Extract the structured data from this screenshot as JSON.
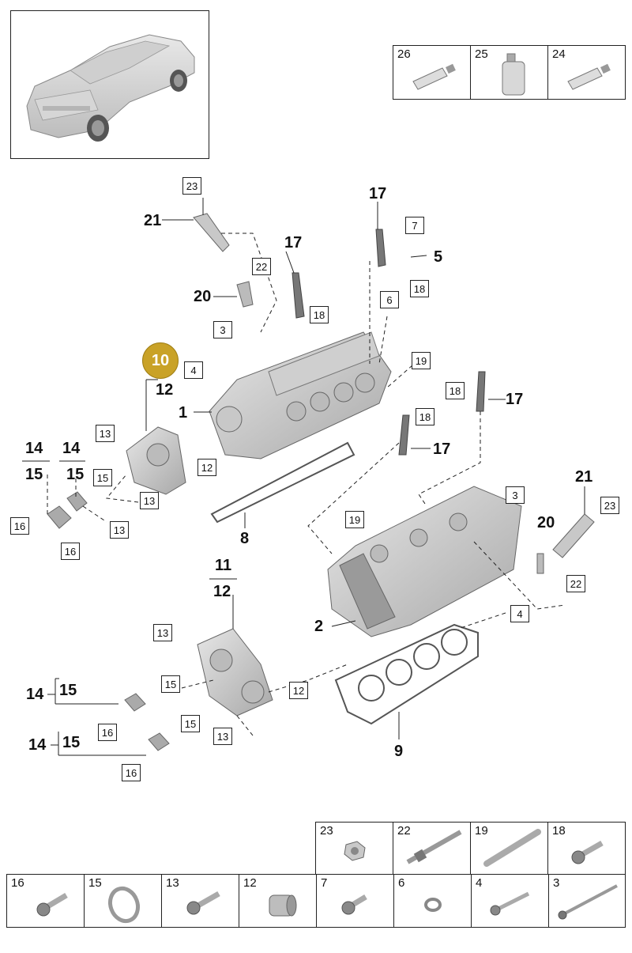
{
  "highlight": {
    "label": "10",
    "color": "#c9a227"
  },
  "top_parts": [
    {
      "num": "26",
      "icon": "tube-icon"
    },
    {
      "num": "25",
      "icon": "bottle-icon"
    },
    {
      "num": "24",
      "icon": "tube-icon"
    }
  ],
  "callouts": {
    "c23a": "23",
    "c21a": "21",
    "c22a": "22",
    "c20a": "20",
    "c17a": "17",
    "c18a": "18",
    "c17b": "17",
    "c7": "7",
    "c5": "5",
    "c18b": "18",
    "c6": "6",
    "c3a": "3",
    "c4a": "4",
    "c1": "1",
    "c19a": "19",
    "c12a": "12",
    "c13a": "13",
    "c14a": "14",
    "c15a": "15",
    "c14b": "14",
    "c15b": "15",
    "c15c": "15",
    "c16a": "16",
    "c12b": "12",
    "c13b": "13",
    "c13c": "13",
    "c16b": "16",
    "c8": "8",
    "c18c": "18",
    "c17c": "17",
    "c18d": "18",
    "c17d": "17",
    "c21b": "21",
    "c23b": "23",
    "c3b": "3",
    "c19b": "19",
    "c20b": "20",
    "c22b": "22",
    "c4b": "4",
    "c2": "2",
    "c11": "11",
    "c12c": "12",
    "c13d": "13",
    "c15d": "15",
    "c14c": "14",
    "c15e": "15",
    "c16c": "16",
    "c15f": "15",
    "c14d": "14",
    "c15g": "15",
    "c13e": "13",
    "c16d": "16",
    "c12d": "12",
    "c9": "9"
  },
  "bottom_parts_row1": [
    {
      "num": "23",
      "icon": "nut-icon"
    },
    {
      "num": "22",
      "icon": "stud-icon"
    },
    {
      "num": "19",
      "icon": "pin-icon"
    },
    {
      "num": "18",
      "icon": "bolt-icon"
    }
  ],
  "bottom_parts_row2": [
    {
      "num": "16",
      "icon": "bolt-icon"
    },
    {
      "num": "15",
      "icon": "ring-icon"
    },
    {
      "num": "13",
      "icon": "bolt-icon"
    },
    {
      "num": "12",
      "icon": "sleeve-icon"
    },
    {
      "num": "7",
      "icon": "bolt-icon"
    },
    {
      "num": "6",
      "icon": "washer-icon"
    },
    {
      "num": "4",
      "icon": "bolt-icon"
    },
    {
      "num": "3",
      "icon": "long-bolt-icon"
    }
  ]
}
